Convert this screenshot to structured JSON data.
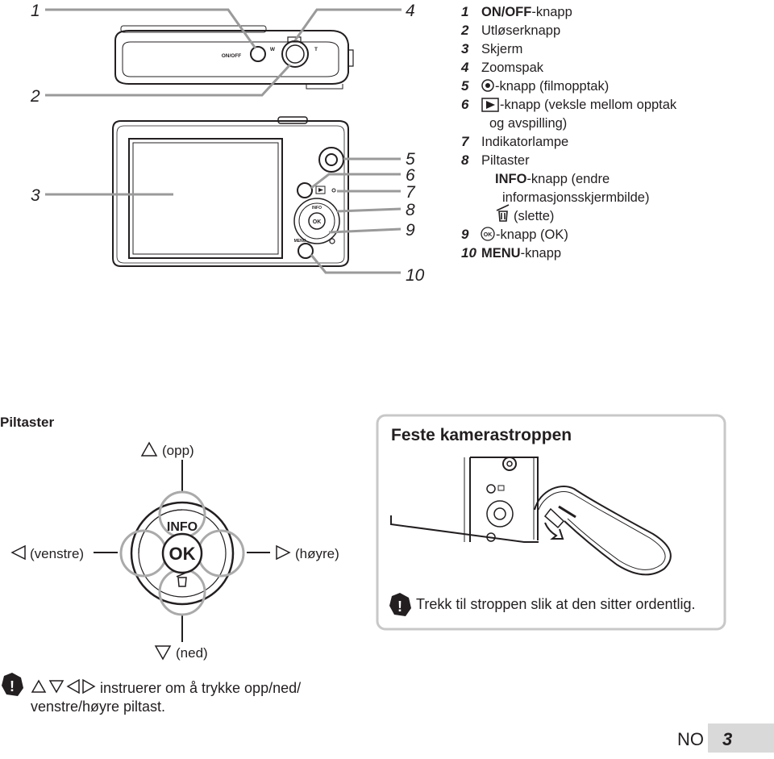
{
  "callouts": [
    "1",
    "2",
    "3",
    "4",
    "5",
    "6",
    "7",
    "8",
    "9",
    "10"
  ],
  "camera_labels": {
    "on_off": "ON/OFF",
    "w": "W",
    "t": "T",
    "info": "INFO",
    "ok": "OK",
    "menu": "MENU"
  },
  "legend": [
    {
      "num": "1",
      "bold": "ON/OFF",
      "text": "-knapp",
      "icon": ""
    },
    {
      "num": "2",
      "bold": "",
      "text": "Utløserknapp",
      "icon": ""
    },
    {
      "num": "3",
      "bold": "",
      "text": "Skjerm",
      "icon": ""
    },
    {
      "num": "4",
      "bold": "",
      "text": "Zoomspak",
      "icon": ""
    },
    {
      "num": "5",
      "bold": "",
      "text": "-knapp (filmopptak)",
      "icon": "record-icon"
    },
    {
      "num": "6",
      "bold": "",
      "text": "-knapp (veksle mellom opptak",
      "icon": "play-icon"
    },
    {
      "num": "",
      "bold": "",
      "text": "og avspilling)",
      "icon": ""
    },
    {
      "num": "7",
      "bold": "",
      "text": "Indikatorlampe",
      "icon": ""
    },
    {
      "num": "8",
      "bold": "",
      "text": "Piltaster",
      "icon": ""
    },
    {
      "num": "",
      "bold": "INFO",
      "text": "-knapp (endre",
      "icon": ""
    },
    {
      "num": "",
      "bold": "",
      "text": "informasjonsskjermbilde)",
      "icon": ""
    },
    {
      "num": "",
      "bold": "",
      "text": "(slette)",
      "icon": "trash-icon"
    },
    {
      "num": "9",
      "bold": "",
      "text": "-knapp (OK)",
      "icon": "ok-icon"
    },
    {
      "num": "10",
      "bold": "MENU",
      "text": "-knapp",
      "icon": ""
    }
  ],
  "piltaster": {
    "title": "Piltaster",
    "up": "(opp)",
    "left": "(venstre)",
    "right": "(høyre)",
    "down": "(ned)",
    "info": "INFO",
    "ok": "OK",
    "note_line1": "instruerer om å trykke opp/ned/",
    "note_line2": "venstre/høyre piltast.",
    "icons": [
      "warning-icon",
      "up-triangle-icon",
      "down-triangle-icon",
      "left-triangle-icon",
      "right-triangle-icon",
      "trash-icon"
    ]
  },
  "strap": {
    "title": "Feste kamerastroppen",
    "note": "Trekk til stroppen slik at den sitter ordentlig."
  },
  "footer": {
    "lang": "NO",
    "page": "3"
  },
  "colors": {
    "text": "#231f20",
    "page_tab": "#d9d9d9",
    "box_border": "#c8c8c8"
  }
}
